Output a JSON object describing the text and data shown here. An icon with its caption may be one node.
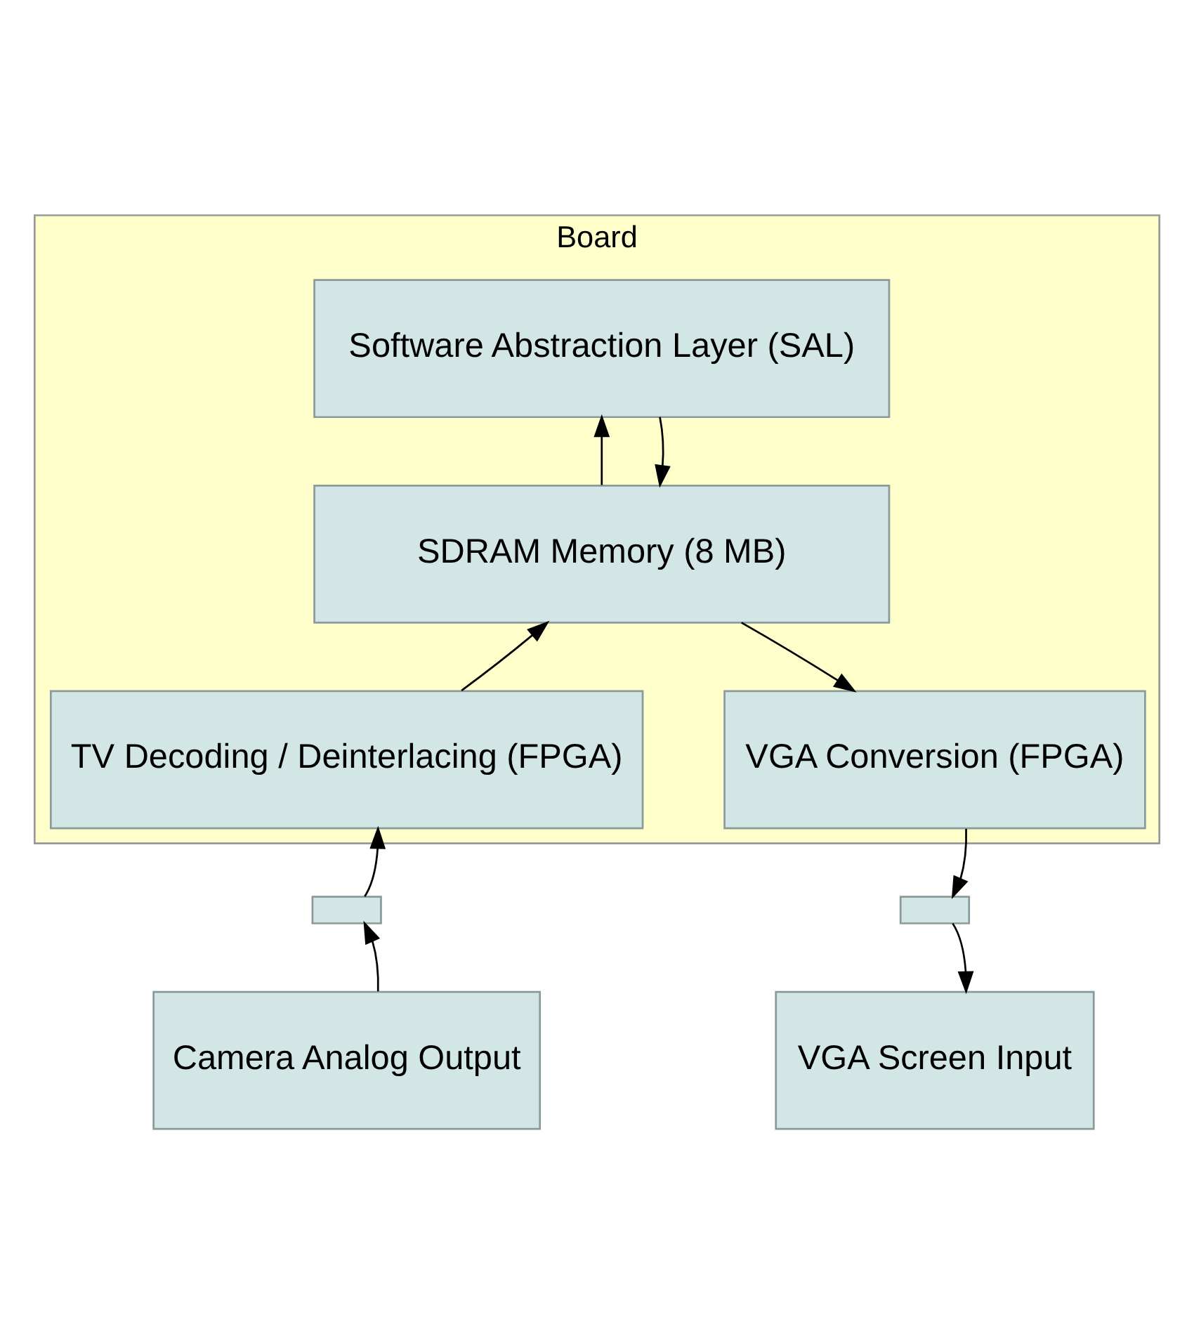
{
  "diagram": {
    "nodes": [
      {
        "text": [
          "Board"
        ]
      },
      {
        "text": [
          "Software Abstraction Layer (SAL)"
        ],
        "in": 0
      },
      {
        "text": [
          "SDRAM Memory (8 MB)"
        ],
        "in": 0
      },
      {
        "text": [
          "TV Decoding / Deinterlacing (FPGA)"
        ],
        "in": 0
      },
      {
        "text": [
          "VGA Conversion (FPGA)"
        ],
        "in": 0
      },
      {
        "text": [],
        "shape": "box"
      },
      {
        "text": [],
        "shape": "box"
      },
      {
        "text": [
          "Camera Analog Output"
        ]
      },
      {
        "text": [
          "VGA Screen Input"
        ]
      }
    ],
    "edges": [
      {
        "from": 2,
        "to": 1,
        "arrow": "to"
      },
      {
        "from": 1,
        "to": 2,
        "arrow": "to"
      },
      {
        "from": 3,
        "to": 2,
        "arrow": "to"
      },
      {
        "from": 2,
        "to": 4,
        "arrow": "to"
      },
      {
        "from": 5,
        "to": 3,
        "arrow": "to"
      },
      {
        "from": 7,
        "to": 5,
        "arrow": "to"
      },
      {
        "from": 4,
        "to": 6,
        "arrow": "to"
      },
      {
        "from": 6,
        "to": 8,
        "arrow": "to"
      }
    ]
  }
}
